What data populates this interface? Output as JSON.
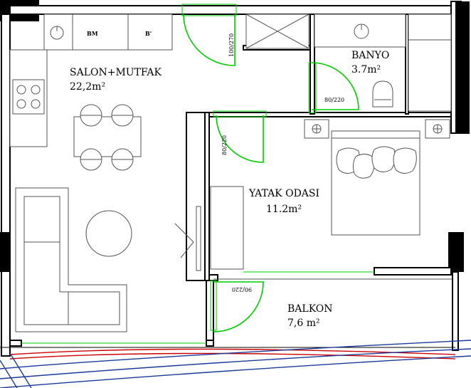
{
  "colors": {
    "walls": "#000000",
    "doors": "#00cc00",
    "railing_outer": "#1a3a9a",
    "railing_inner": "#cc0000"
  },
  "rooms": {
    "salon": {
      "name": "SALON+MUTFAK",
      "area": "22,2m²"
    },
    "banyo": {
      "name": "BANYO",
      "area": "3.7m²"
    },
    "yatak": {
      "name": "YATAK ODASI",
      "area": "11.2m²"
    },
    "balkon": {
      "name": "BALKON",
      "area": "7,6 m²"
    }
  },
  "appliances": {
    "dishwasher": "BM",
    "fridge": "B'"
  },
  "doors": {
    "entrance": "100/270",
    "bath": "80/220",
    "bedroom": "80/220",
    "balcony": "90/220"
  }
}
